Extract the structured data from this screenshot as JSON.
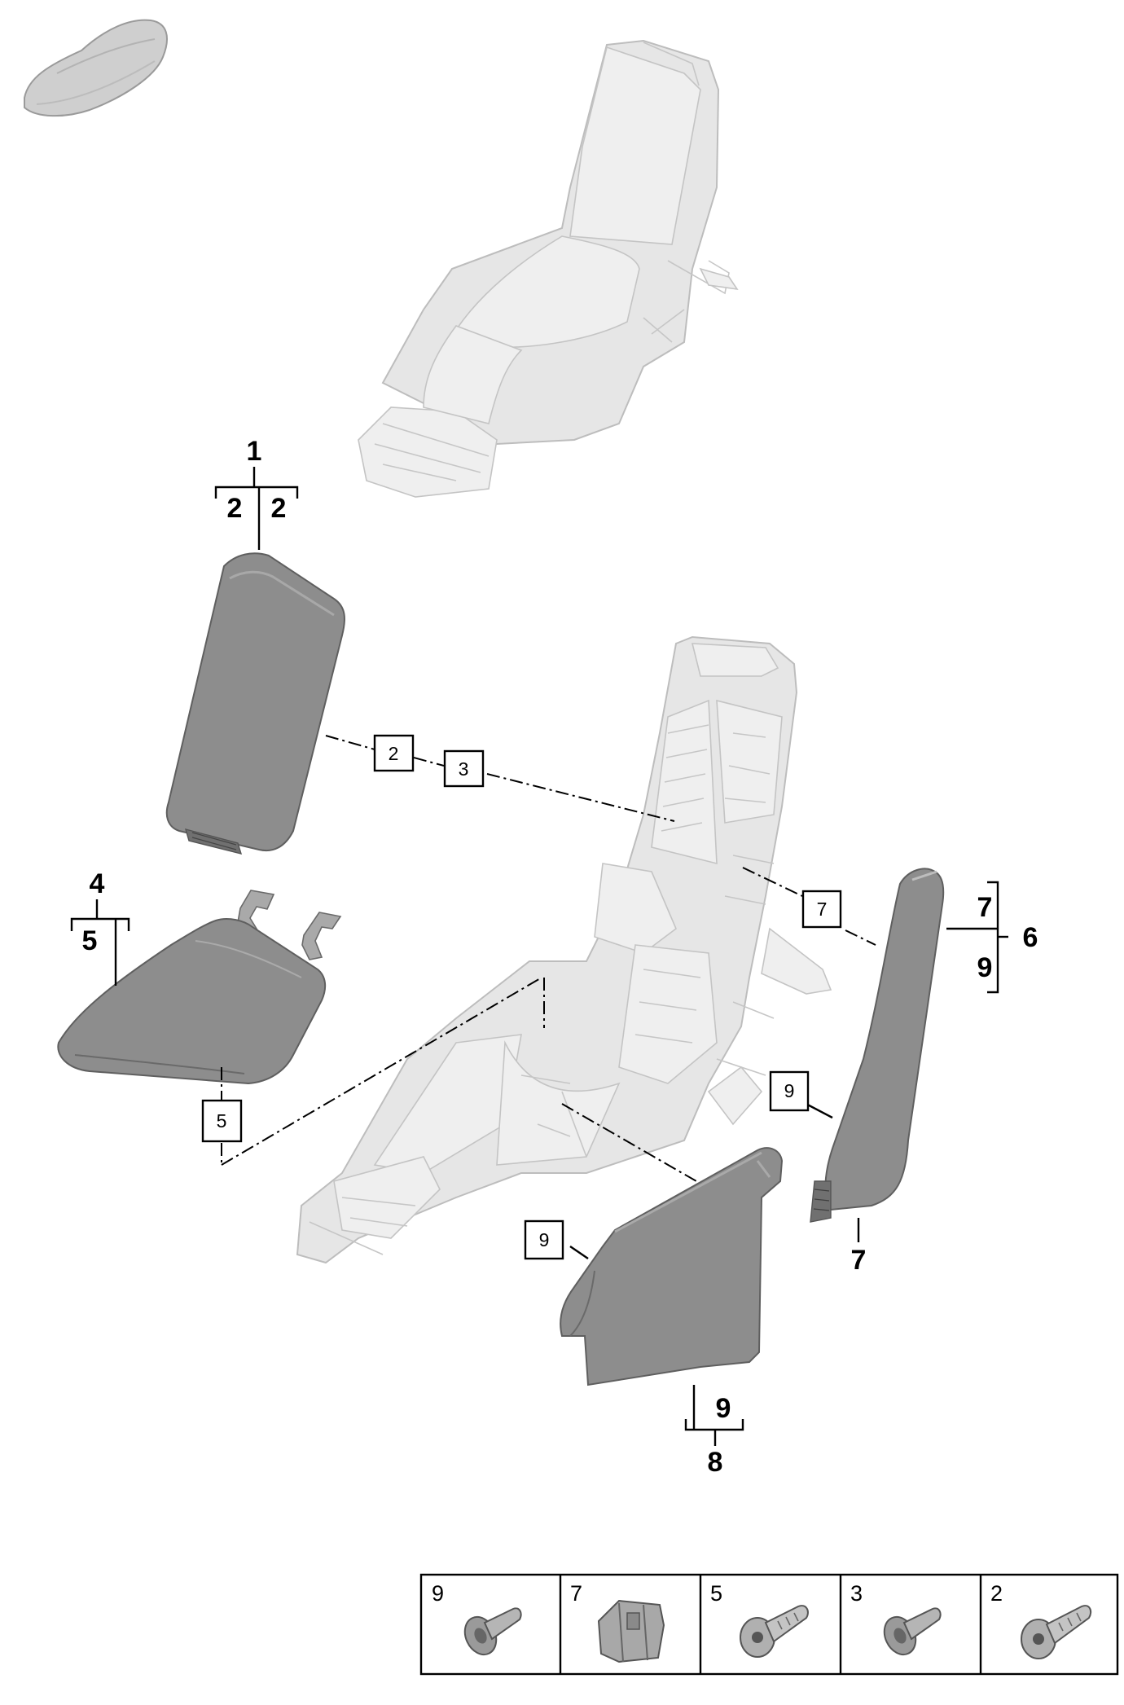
{
  "callouts": {
    "armrest_group": "1",
    "armrest_sub_left": "2",
    "armrest_sub_right": "2",
    "cushion_group": "4",
    "cushion_sub": "5",
    "side_group": "6",
    "side_sub_top": "7",
    "side_sub_bottom": "9",
    "side_clip": "7",
    "lower_cover_group": "8",
    "lower_cover_sub": "9"
  },
  "boxed_labels": {
    "screw_armrest": "2",
    "screw_armrest_carrier": "3",
    "clip_console": "7",
    "screw_cushion": "5",
    "screw_side_panel": "9",
    "screw_lower_cover": "9"
  },
  "legend": {
    "items": [
      {
        "number": "9",
        "icon": "flange-screw-icon"
      },
      {
        "number": "7",
        "icon": "clip-icon"
      },
      {
        "number": "5",
        "icon": "torx-screw-icon"
      },
      {
        "number": "3",
        "icon": "flange-screw-icon"
      },
      {
        "number": "2",
        "icon": "torx-screw-icon"
      }
    ]
  }
}
